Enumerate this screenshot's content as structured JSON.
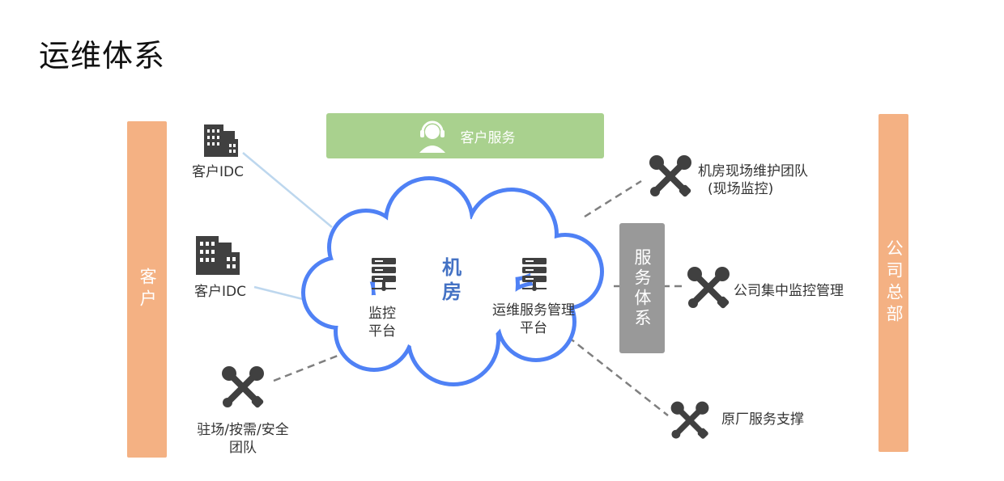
{
  "title": "运维体系",
  "left_bar": "客户",
  "right_bar": "公司总部",
  "customer_service": {
    "label": "客户服务",
    "icon": "headset-user-icon"
  },
  "customer_idc": [
    "客户IDC",
    "客户IDC"
  ],
  "cloud": {
    "room": "机房",
    "monitor_platform": {
      "line1": "监控",
      "line2": "平台"
    },
    "ops_platform": {
      "line1": "运维服务管理",
      "line2": "平台"
    }
  },
  "service_system": "服务体系",
  "teams": {
    "onsite_team": {
      "line1": "机房现场维护团队",
      "line2": "(现场监控)"
    },
    "central_monitor": "公司集中监控管理",
    "vendor_support": "原厂服务支撑",
    "left_team": {
      "line1": "驻场/按需/安全",
      "line2": "团队"
    }
  },
  "colors": {
    "orange": "#f4b183",
    "green": "#a9d18e",
    "gray": "#999999",
    "cloud_stroke": "#4f81f5",
    "room_text": "#4472c4",
    "icon_dark": "#404040"
  }
}
